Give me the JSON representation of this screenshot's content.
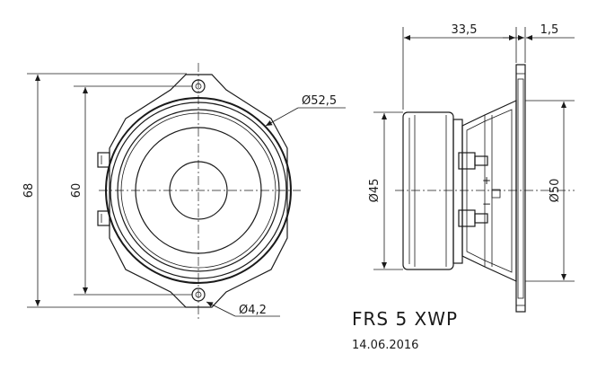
{
  "drawing": {
    "model": "FRS 5 XWP",
    "date": "14.06.2016"
  },
  "dimensions": {
    "overall_height": "68",
    "hole_spacing": "60",
    "cutout_diameter": "Ø52,5",
    "hole_diameter": "Ø4,2",
    "mounting_depth": "33,5",
    "flange_thickness": "1,5",
    "magnet_diameter": "Ø45",
    "basket_diameter": "Ø50"
  },
  "markings": {
    "plus": "+",
    "minus": "−"
  }
}
